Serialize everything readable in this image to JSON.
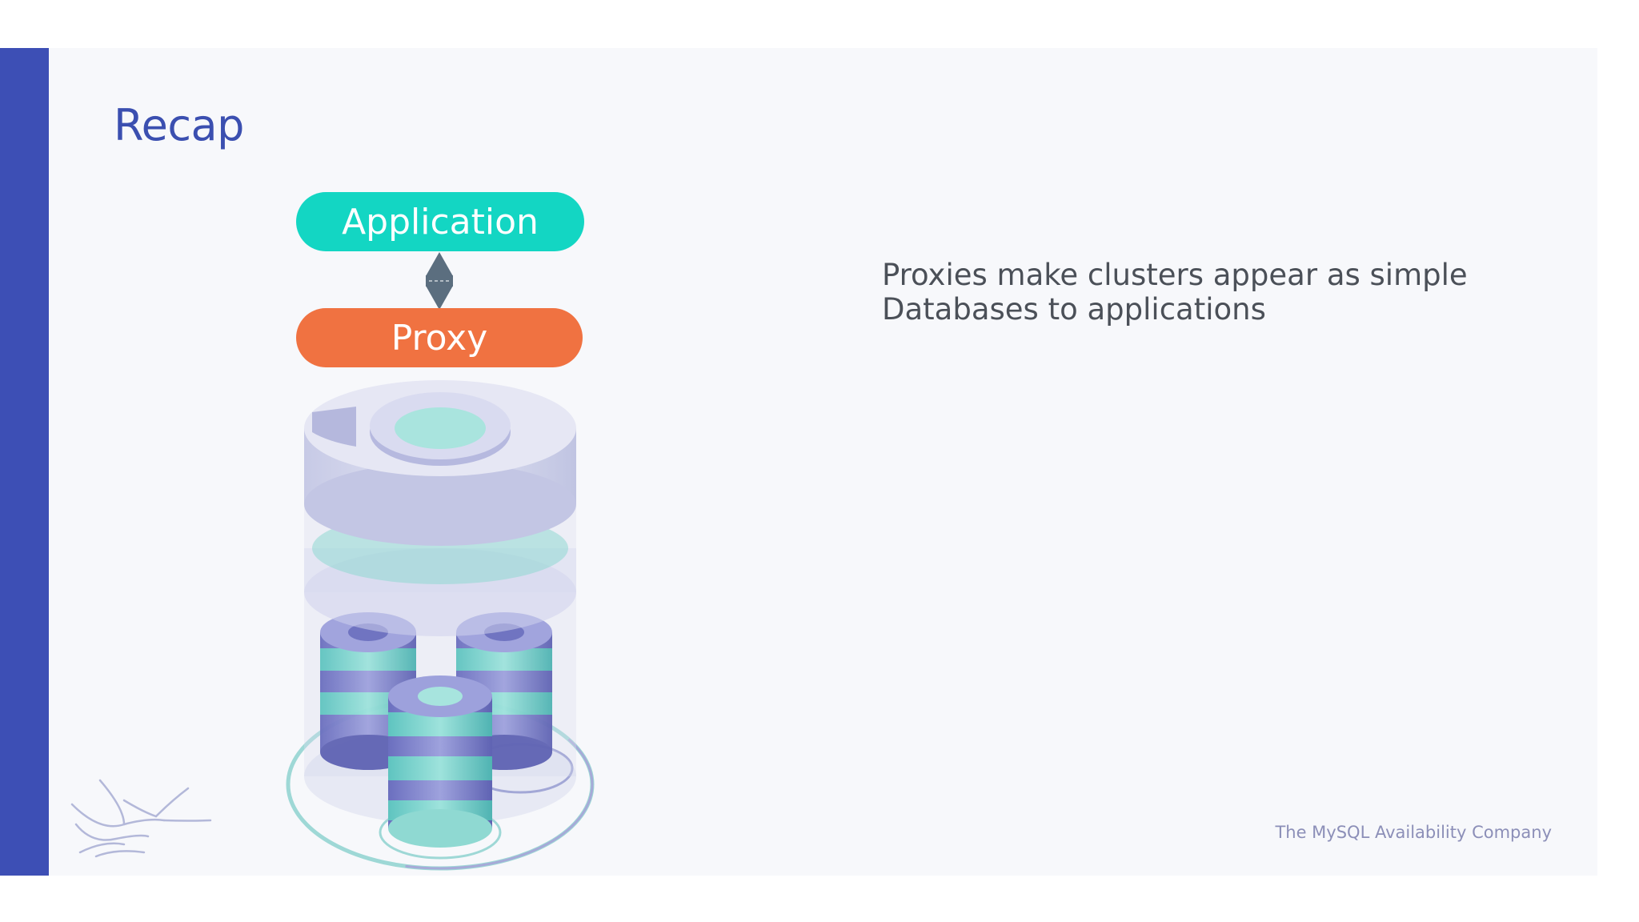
{
  "slide": {
    "title": "Recap",
    "diagram": {
      "application_label": "Application",
      "proxy_label": "Proxy"
    },
    "body_line_1": "Proxies make clusters appear as simple",
    "body_line_2": "Databases to applications",
    "tagline": "The MySQL Availability Company"
  },
  "colors": {
    "accent_bar": "#3d4fb5",
    "title": "#3b4fb0",
    "application": "#13d6c3",
    "proxy": "#f07241",
    "connector": "#5b6e7f"
  },
  "icons": [
    "bidirectional-arrow-icon",
    "database-cluster-icon",
    "dolphin-logo-icon"
  ]
}
